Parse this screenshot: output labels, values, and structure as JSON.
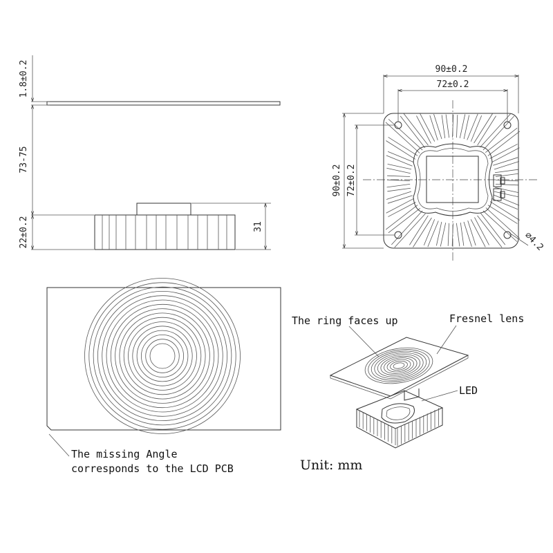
{
  "side_view": {
    "dim_lens_thickness": "1.8±0.2",
    "dim_gap": "73-75",
    "dim_heatsink_height": "22±0.2",
    "dim_total_height": "31"
  },
  "top_view": {
    "dim_outer_width": "90±0.2",
    "dim_hole_spacing_x": "72±0.2",
    "dim_outer_height": "90±0.2",
    "dim_hole_spacing_y": "72±0.2",
    "dim_hole_diameter": "⌀4.2"
  },
  "lens_view": {
    "note_line1": "The missing Angle",
    "note_line2": "corresponds to the LCD PCB"
  },
  "assembly_view": {
    "ring_label": "The ring faces up",
    "lens_label": "Fresnel lens",
    "led_label": "LED"
  },
  "unit_label": "Unit: mm"
}
